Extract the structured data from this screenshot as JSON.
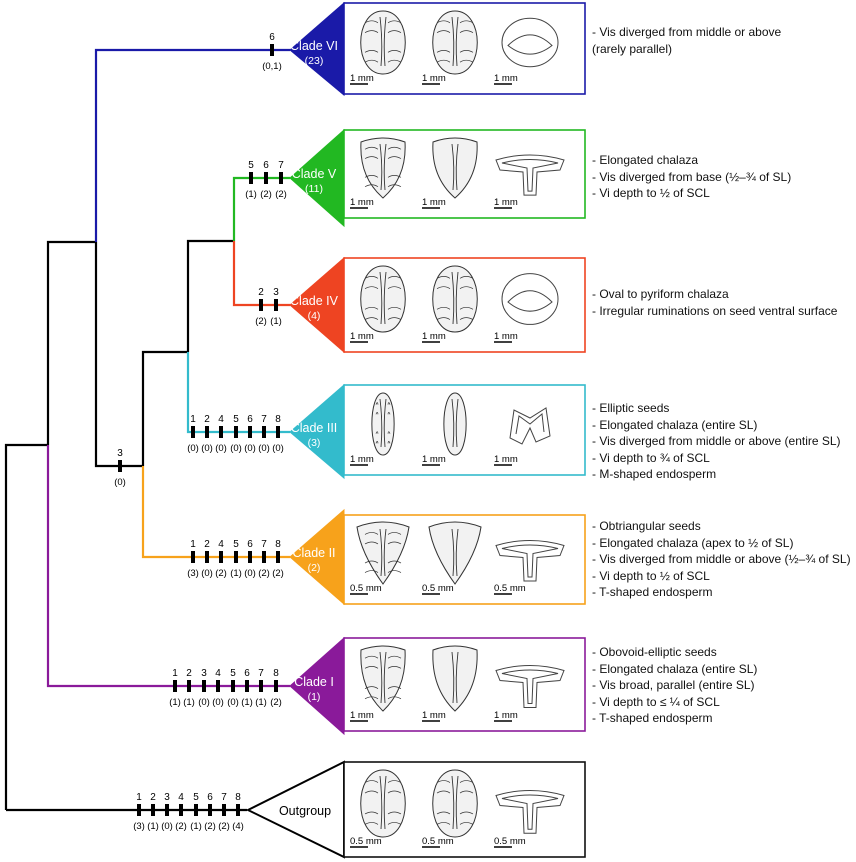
{
  "clades": [
    {
      "key": "clade-vi",
      "name": "Clade VI",
      "count": "(23)",
      "color": "#1a1aa8",
      "characters": [
        "6"
      ],
      "states": [
        "(0,1)"
      ],
      "scale_labels": [
        "1 mm",
        "1 mm",
        "1 mm"
      ],
      "traits": [
        "- Vis diverged from middle or above",
        "(rarely parallel)"
      ]
    },
    {
      "key": "clade-v",
      "name": "Clade V",
      "count": "(11)",
      "color": "#22b822",
      "characters": [
        "5",
        "6",
        "7"
      ],
      "states": [
        "(1)",
        "(2)",
        "(2)"
      ],
      "scale_labels": [
        "1 mm",
        "1 mm",
        "1 mm"
      ],
      "traits": [
        "- Elongated chalaza",
        "- Vis diverged from base (½–¾ of SL)",
        "- Vi depth to ½  of  SCL"
      ]
    },
    {
      "key": "clade-iv",
      "name": "Clade IV",
      "count": "(4)",
      "color": "#ee4422",
      "characters": [
        "2",
        "3"
      ],
      "states": [
        "(2)",
        "(1)"
      ],
      "scale_labels": [
        "1 mm",
        "1 mm",
        "1 mm"
      ],
      "traits": [
        "- Oval to pyriform chalaza",
        "- Irregular ruminations on seed ventral surface"
      ]
    },
    {
      "key": "clade-iii",
      "name": "Clade III",
      "count": "(3)",
      "color": "#33bbcc",
      "characters": [
        "1",
        "2",
        "4",
        "5",
        "6",
        "7",
        "8"
      ],
      "states": [
        "(0)",
        "(0)",
        "(0)",
        "(0)",
        "(0)",
        "(0)",
        "(0)"
      ],
      "scale_labels": [
        "1 mm",
        "1 mm",
        "1 mm"
      ],
      "traits": [
        "- Elliptic seeds",
        "- Elongated chalaza (entire SL)",
        "- Vis diverged from middle or above (entire SL)",
        "- Vi depth to ¾ of SCL",
        "- M-shaped endosperm"
      ]
    },
    {
      "key": "clade-ii",
      "name": "Clade II",
      "count": "(2)",
      "color": "#f7a21b",
      "characters": [
        "1",
        "2",
        "4",
        "5",
        "6",
        "7",
        "8"
      ],
      "states": [
        "(3)",
        "(0)",
        "(2)",
        "(1)",
        "(0)",
        "(2)",
        "(2)"
      ],
      "scale_labels": [
        "0.5 mm",
        "0.5 mm",
        "0.5 mm"
      ],
      "traits": [
        "- Obtriangular seeds",
        "- Elongated chalaza (apex to ½ of SL)",
        "- Vis diverged from middle or above (½–¾ of SL)",
        "- Vi depth to ½  of SCL",
        "- T-shaped endosperm"
      ]
    },
    {
      "key": "clade-i",
      "name": "Clade I",
      "count": "(1)",
      "color": "#8a1a9a",
      "characters": [
        "1",
        "2",
        "3",
        "4",
        "5",
        "6",
        "7",
        "8"
      ],
      "states": [
        "(1)",
        "(1)",
        "(0)",
        "(0)",
        "(0)",
        "(1)",
        "(1)",
        "(2)"
      ],
      "scale_labels": [
        "1 mm",
        "1 mm",
        "1 mm"
      ],
      "traits": [
        "- Obovoid-elliptic seeds",
        "- Elongated chalaza (entire SL)",
        "- Vis broad, parallel (entire SL)",
        "- Vi depth to ≤ ¼ of SCL",
        "- T-shaped endosperm"
      ]
    },
    {
      "key": "outgroup",
      "name": "Outgroup",
      "count": "",
      "color": "#111111",
      "characters": [
        "1",
        "2",
        "3",
        "4",
        "5",
        "6",
        "7",
        "8"
      ],
      "states": [
        "(3)",
        "(1)",
        "(0)",
        "(2)",
        "(1)",
        "(2)",
        "(2)",
        "(4)"
      ],
      "scale_labels": [
        "0.5 mm",
        "0.5 mm",
        "0.5 mm"
      ],
      "traits": []
    }
  ],
  "internode": {
    "character": "3",
    "state": "(0)"
  }
}
